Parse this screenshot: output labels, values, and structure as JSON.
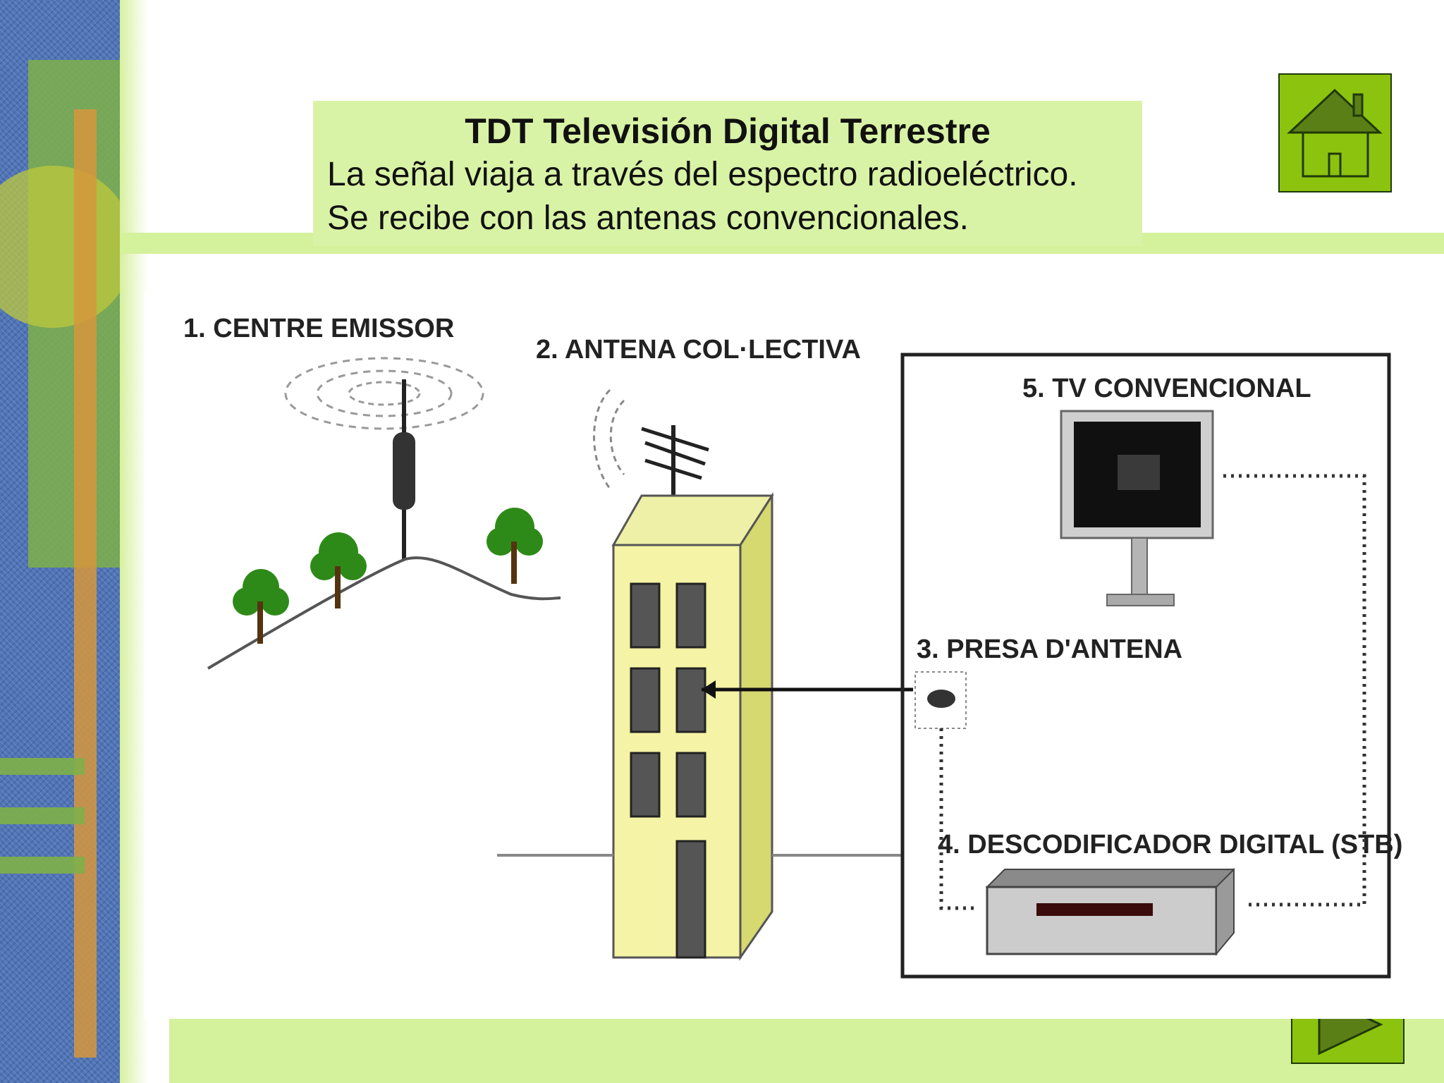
{
  "slide": {
    "title": "TDT Televisión Digital Terrestre",
    "line1": "La señal viaja a través del espectro radioeléctrico.",
    "line2": "Se recibe con las antenas convencionales."
  },
  "diagram": {
    "labels": {
      "centre_emissor": "1. CENTRE EMISSOR",
      "antena_collectiva": "2. ANTENA COL·LECTIVA",
      "presa_antena": "3. PRESA D'ANTENA",
      "descodificador": "4. DESCODIFICADOR DIGITAL (STB)",
      "tv_convencional": "5. TV CONVENCIONAL"
    }
  },
  "navigation": {
    "home_icon": "home-icon",
    "next_icon": "play-arrow-icon"
  },
  "colors": {
    "accent_green": "#8cc30f",
    "band_green": "#d4f19c",
    "left_strip_blue": "#4f74b8"
  }
}
